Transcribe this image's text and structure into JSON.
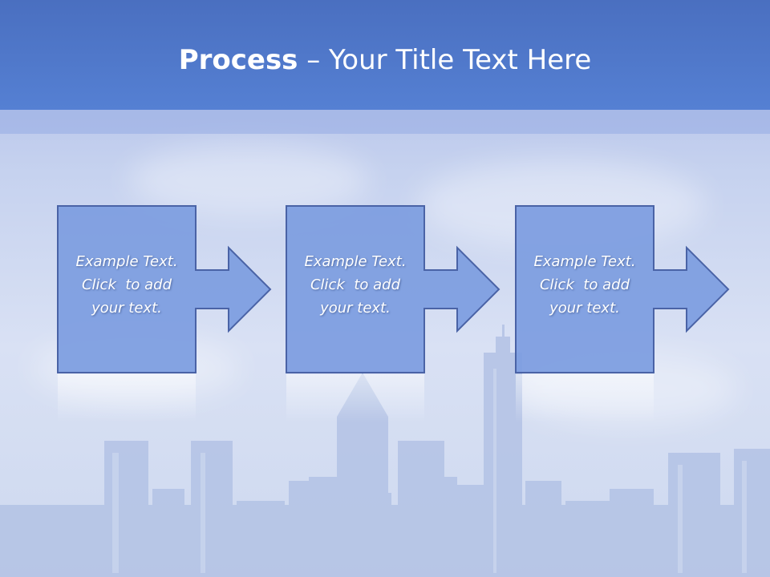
{
  "title": {
    "bold": "Process",
    "rest": " – Your Title Text Here"
  },
  "steps": [
    {
      "line1": "Example Text.",
      "line2": "Click  to add",
      "line3": "your text."
    },
    {
      "line1": "Example Text.",
      "line2": "Click  to add",
      "line3": "your text."
    },
    {
      "line1": "Example Text.",
      "line2": "Click  to add",
      "line3": "your text."
    }
  ],
  "colors": {
    "header": "#4f79cc",
    "box_fill": "#7d9de0",
    "box_stroke": "#4a63a6",
    "text": "#ffffff"
  }
}
